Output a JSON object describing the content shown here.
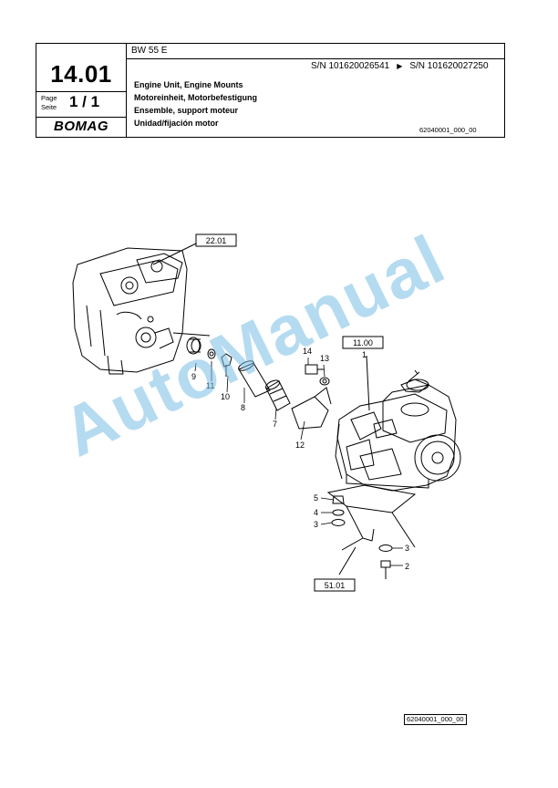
{
  "header": {
    "model": "BW 55 E",
    "serial_from": "S/N 101620026541",
    "serial_arrow": "▶",
    "serial_to": "S/N 101620027250",
    "page_section": "14.01",
    "page_label_1": "Page",
    "page_label_2": "Seite",
    "page_value": "1 / 1",
    "logo": "BOMAG",
    "title_en": "Engine Unit, Engine Mounts",
    "title_de": "Motoreinheit, Motorbefestigung",
    "title_fr": "Ensemble, support moteur",
    "title_es": "Unidad/fijación motor",
    "doc_id": "62040001_000_00"
  },
  "drawing": {
    "ref_boxes": [
      "22.01",
      "11.00",
      "51.01"
    ],
    "callouts": [
      "1",
      "2",
      "3",
      "3",
      "4",
      "5",
      "7",
      "8",
      "9",
      "10",
      "11",
      "12",
      "13",
      "14"
    ]
  },
  "watermark": "AutoManual",
  "footer": {
    "doc_id": "62040001_000_00"
  }
}
